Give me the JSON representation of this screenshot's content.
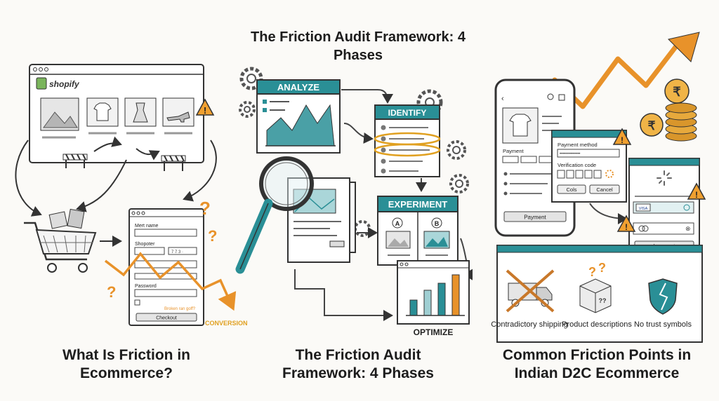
{
  "titles": {
    "top": "The Friction Audit Framework: 4 Phases",
    "panel1": "What Is Friction in Ecommerce?",
    "panel2": "The Friction Audit Framework: 4 Phases",
    "panel3": "Common Friction Points in Indian D2C Ecommerce"
  },
  "panel1": {
    "brand": "shopify",
    "form": {
      "field1_label": "Mert name",
      "field2_label": "Shopoter",
      "field2_value": "7 7 3 ·",
      "password_label": "Password",
      "error_text": "Broken ran goff?",
      "checkout_button": "Checkout"
    },
    "conversion_label": "CONVERSION"
  },
  "panel2": {
    "phases": {
      "analyze": "ANALYZE",
      "identify": "IDENTIFY",
      "experiment": "EXPERIMENT",
      "optimize": "OPTIMIZE"
    },
    "variant_a": "A",
    "variant_b": "B"
  },
  "panel3": {
    "phone": {
      "payment_label": "Payment",
      "payment_button": "Payment"
    },
    "dialog": {
      "method_label": "Payment method",
      "masked_value": "••••••••••••••",
      "verification_label": "Verification code",
      "ok_button": "Cols",
      "cancel_button": "Cancel"
    },
    "card_dialog": {
      "card_brand": "VISA",
      "button": "Layment"
    },
    "coin_symbol": "₹",
    "issues": [
      "Contradictory shipping",
      "Product descriptions",
      "No trust symbols"
    ]
  },
  "colors": {
    "teal": "#2a8f96",
    "orange": "#e8922a",
    "ink": "#2b2b2b"
  }
}
